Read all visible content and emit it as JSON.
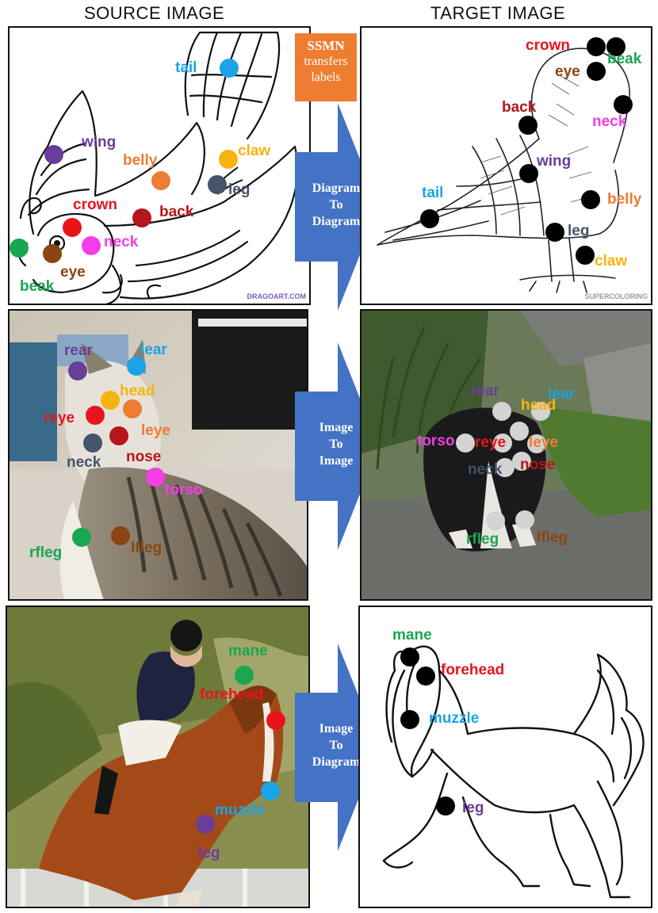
{
  "headers": {
    "source": "SOURCE IMAGE",
    "target": "TARGET IMAGE"
  },
  "ssmn_box": {
    "line1": "SSMN",
    "line2": "transfers",
    "line3": "labels"
  },
  "arrows": [
    {
      "lines": [
        "Diagram",
        "To",
        "Diagram"
      ]
    },
    {
      "lines": [
        "Image",
        "To",
        "Image"
      ]
    },
    {
      "lines": [
        "Image",
        "To",
        "Diagram"
      ]
    }
  ],
  "watermarks": {
    "dragoart": "DRAGOART.COM",
    "supercoloring": "SUPERCOLORING"
  },
  "colors": {
    "arrow_blue": "#4472c4",
    "ssmn_orange": "#ee7d32",
    "red": "#e8141c",
    "dark_red": "#b5151b",
    "green": "#1aa650",
    "blue": "#1aa3e6",
    "purple": "#6a3d9a",
    "orange": "#ec7d32",
    "yellow": "#f7b30e",
    "slate": "#44546a",
    "magenta": "#f43de7",
    "brown": "#8a4513",
    "black": "#000000",
    "light_gray": "#d3d3d3"
  },
  "rows": [
    {
      "source": {
        "scene": "bird line drawing",
        "points": [
          {
            "label": "tail",
            "color": "#1aa3e6"
          },
          {
            "label": "wing",
            "color": "#6a3d9a"
          },
          {
            "label": "belly",
            "color": "#ec7d32"
          },
          {
            "label": "claw",
            "color": "#f7b30e"
          },
          {
            "label": "leg",
            "color": "#44546a"
          },
          {
            "label": "crown",
            "color": "#e8141c"
          },
          {
            "label": "back",
            "color": "#b5151b"
          },
          {
            "label": "neck",
            "color": "#f43de7"
          },
          {
            "label": "beak",
            "color": "#1aa650"
          },
          {
            "label": "eye",
            "color": "#8a4513"
          }
        ]
      },
      "target": {
        "scene": "sparrow line drawing",
        "points": [
          {
            "label": "crown",
            "color": "#e8141c"
          },
          {
            "label": "beak",
            "color": "#1aa650"
          },
          {
            "label": "eye",
            "color": "#8a4513"
          },
          {
            "label": "back",
            "color": "#b5151b"
          },
          {
            "label": "neck",
            "color": "#f43de7"
          },
          {
            "label": "wing",
            "color": "#6a3d9a"
          },
          {
            "label": "tail",
            "color": "#1aa3e6"
          },
          {
            "label": "belly",
            "color": "#ec7d32"
          },
          {
            "label": "leg",
            "color": "#44546a"
          },
          {
            "label": "claw",
            "color": "#f7b30e"
          }
        ]
      }
    },
    {
      "source": {
        "scene": "cat photo",
        "points": [
          {
            "label": "rear",
            "color": "#6a3d9a"
          },
          {
            "label": "lear",
            "color": "#1aa3e6"
          },
          {
            "label": "head",
            "color": "#f7b30e"
          },
          {
            "label": "reye",
            "color": "#e8141c"
          },
          {
            "label": "leye",
            "color": "#ec7d32"
          },
          {
            "label": "neck",
            "color": "#44546a"
          },
          {
            "label": "nose",
            "color": "#b5151b"
          },
          {
            "label": "torso",
            "color": "#f43de7"
          },
          {
            "label": "rfleg",
            "color": "#1aa650"
          },
          {
            "label": "lfleg",
            "color": "#8a4513"
          }
        ]
      },
      "target": {
        "scene": "black and white cat photo",
        "points": [
          {
            "label": "rear",
            "color": "#6a3d9a"
          },
          {
            "label": "lear",
            "color": "#1aa3e6"
          },
          {
            "label": "head",
            "color": "#f7b30e"
          },
          {
            "label": "torso",
            "color": "#f43de7"
          },
          {
            "label": "reye",
            "color": "#e8141c"
          },
          {
            "label": "leye",
            "color": "#ec7d32"
          },
          {
            "label": "neck",
            "color": "#44546a"
          },
          {
            "label": "nose",
            "color": "#b5151b"
          },
          {
            "label": "rfleg",
            "color": "#1aa650"
          },
          {
            "label": "lfleg",
            "color": "#8a4513"
          }
        ]
      }
    },
    {
      "source": {
        "scene": "horse and rider photo",
        "points": [
          {
            "label": "mane",
            "color": "#1aa650"
          },
          {
            "label": "forehead",
            "color": "#e8141c"
          },
          {
            "label": "muzzle",
            "color": "#1aa3e6"
          },
          {
            "label": "leg",
            "color": "#6a3d9a"
          }
        ]
      },
      "target": {
        "scene": "horse line drawing",
        "points": [
          {
            "label": "mane",
            "color": "#1aa650"
          },
          {
            "label": "forehead",
            "color": "#e8141c"
          },
          {
            "label": "muzzle",
            "color": "#1aa3e6"
          },
          {
            "label": "leg",
            "color": "#6a3d9a"
          }
        ]
      }
    }
  ]
}
